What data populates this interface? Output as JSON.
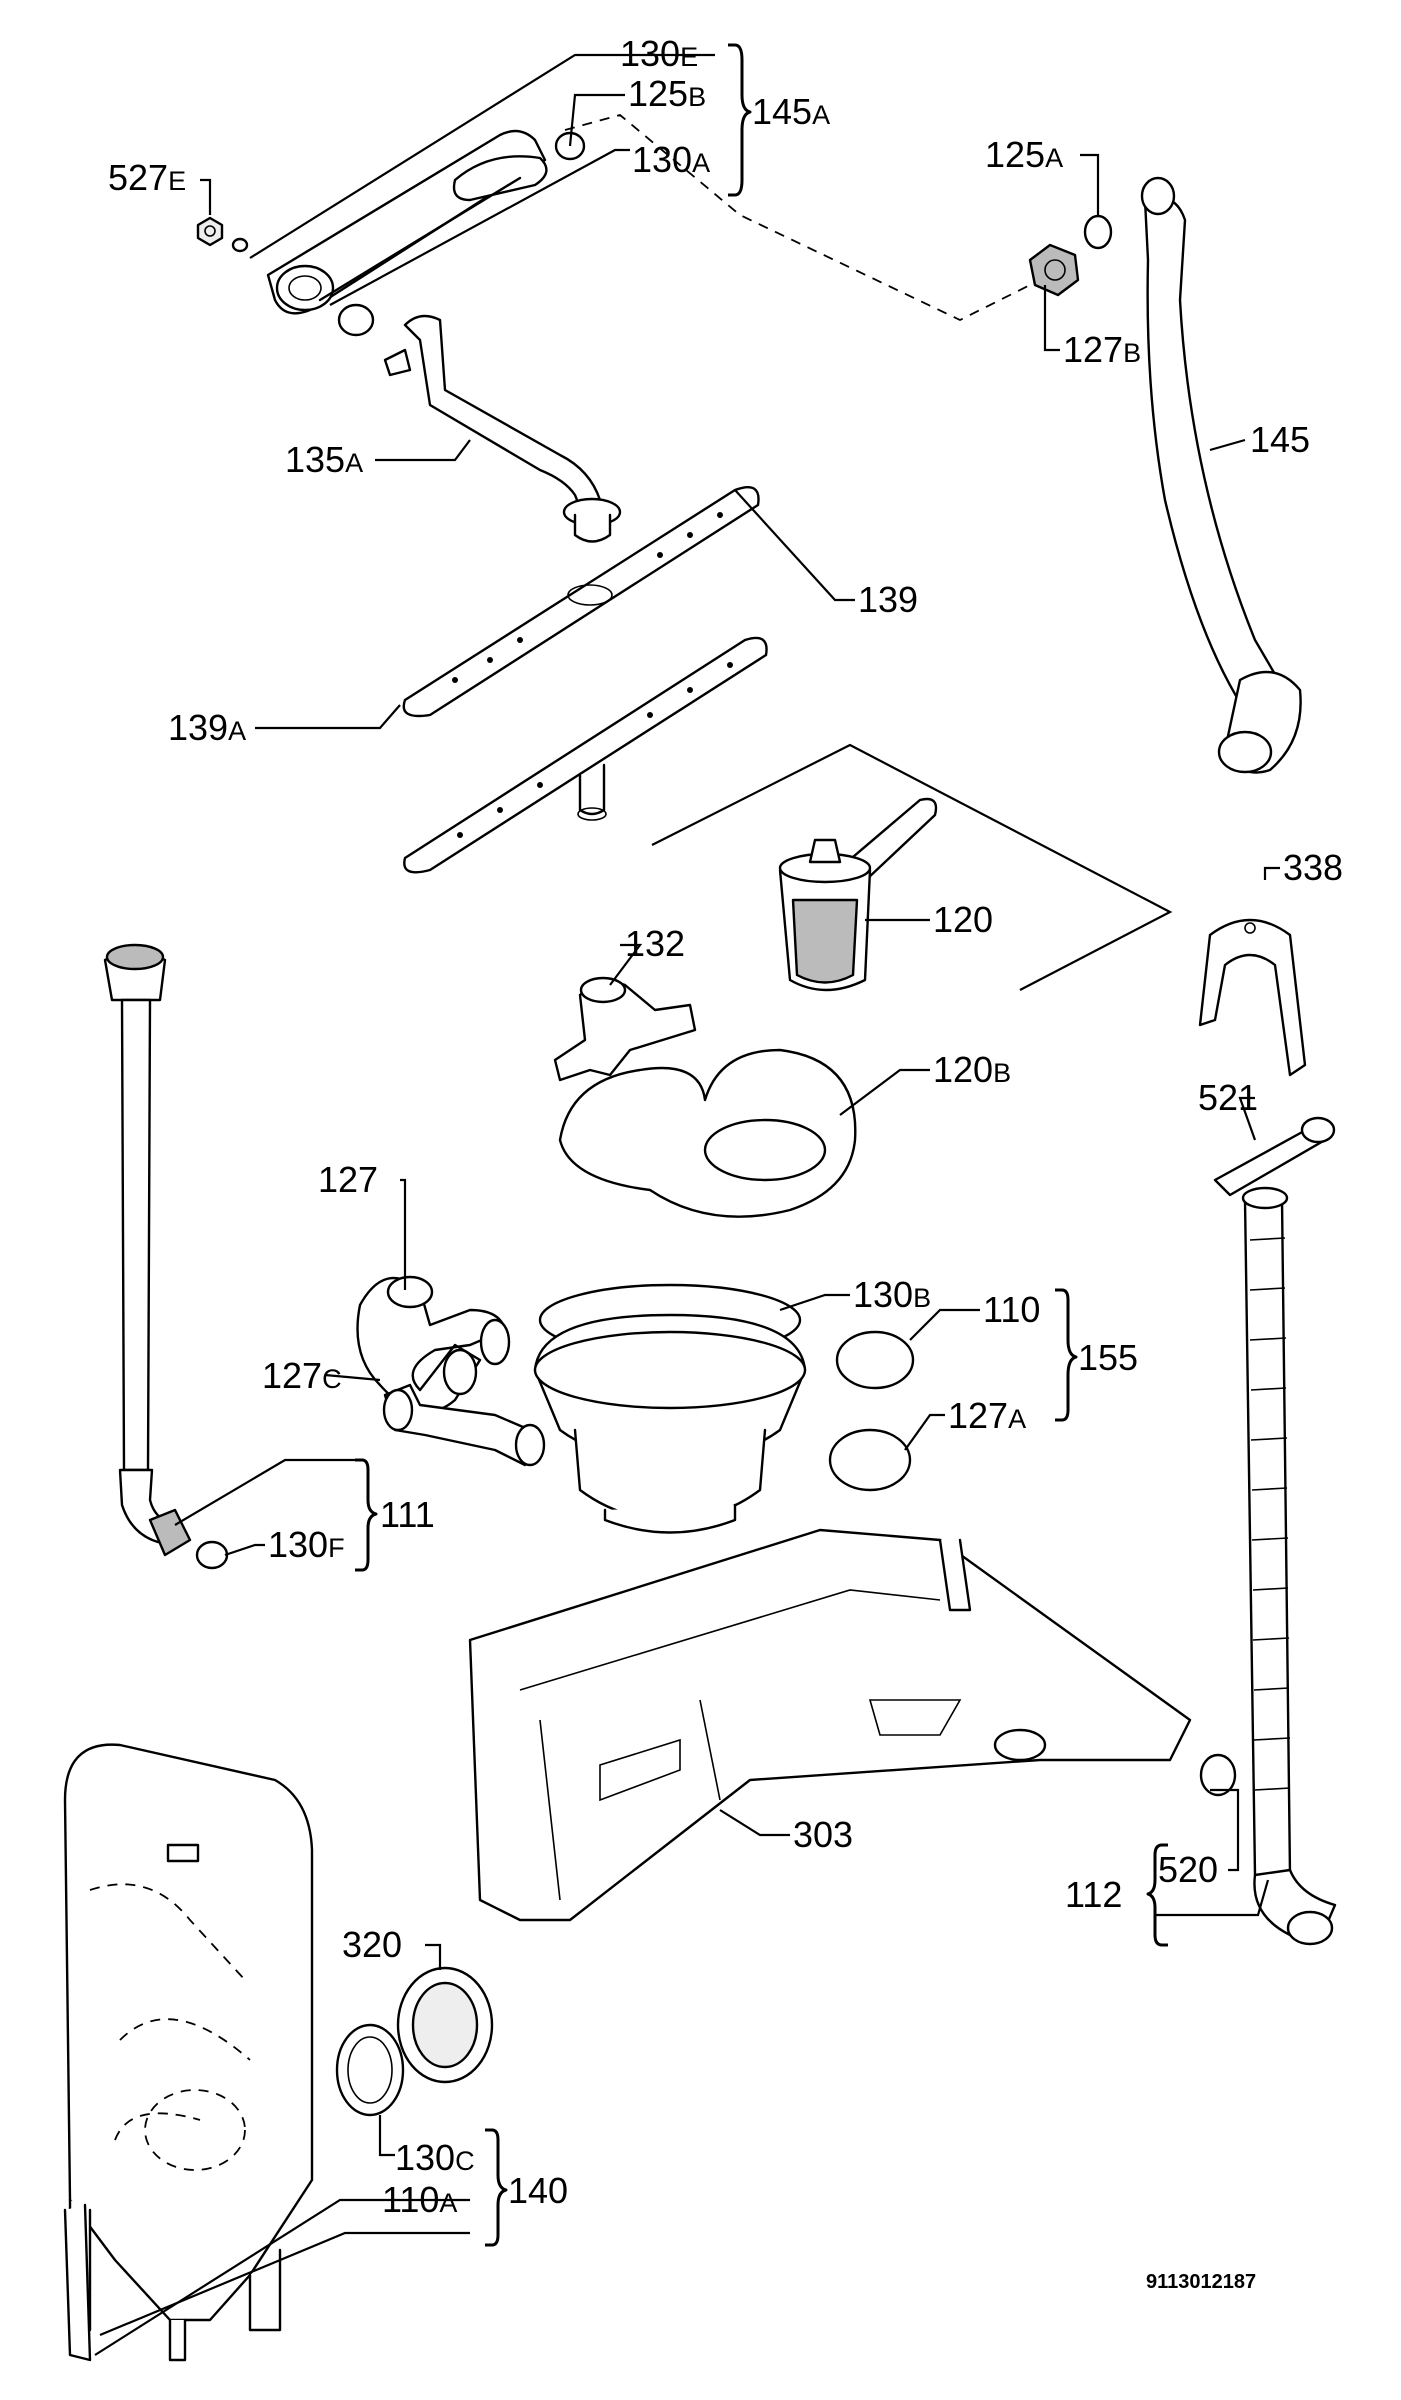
{
  "diagram": {
    "labels": {
      "l130E": {
        "main": "130",
        "sub": "E"
      },
      "l125B": {
        "main": "125",
        "sub": "B"
      },
      "l145A": {
        "main": "145",
        "sub": "A"
      },
      "l130A": {
        "main": "130",
        "sub": "A"
      },
      "l527E": {
        "main": "527",
        "sub": "E"
      },
      "l125A": {
        "main": "125",
        "sub": "A"
      },
      "l127B": {
        "main": "127",
        "sub": "B"
      },
      "l145": {
        "main": "145",
        "sub": ""
      },
      "l135A": {
        "main": "135",
        "sub": "A"
      },
      "l139": {
        "main": "139",
        "sub": ""
      },
      "l139A": {
        "main": "139",
        "sub": "A"
      },
      "l338": {
        "main": "338",
        "sub": ""
      },
      "l120": {
        "main": "120",
        "sub": ""
      },
      "l132": {
        "main": "132",
        "sub": ""
      },
      "l120B": {
        "main": "120",
        "sub": "B"
      },
      "l521": {
        "main": "521",
        "sub": ""
      },
      "l127": {
        "main": "127",
        "sub": ""
      },
      "l130B": {
        "main": "130",
        "sub": "B"
      },
      "l110": {
        "main": "110",
        "sub": ""
      },
      "l155": {
        "main": "155",
        "sub": ""
      },
      "l127C": {
        "main": "127",
        "sub": "C"
      },
      "l127A": {
        "main": "127",
        "sub": "A"
      },
      "l111": {
        "main": "111",
        "sub": ""
      },
      "l130F": {
        "main": "130",
        "sub": "F"
      },
      "l303": {
        "main": "303",
        "sub": ""
      },
      "l520": {
        "main": "520",
        "sub": ""
      },
      "l112": {
        "main": "112",
        "sub": ""
      },
      "l320": {
        "main": "320",
        "sub": ""
      },
      "l130C": {
        "main": "130",
        "sub": "C"
      },
      "l140": {
        "main": "140",
        "sub": ""
      },
      "l110A": {
        "main": "110",
        "sub": "A"
      }
    },
    "document_number": "9113012187"
  }
}
